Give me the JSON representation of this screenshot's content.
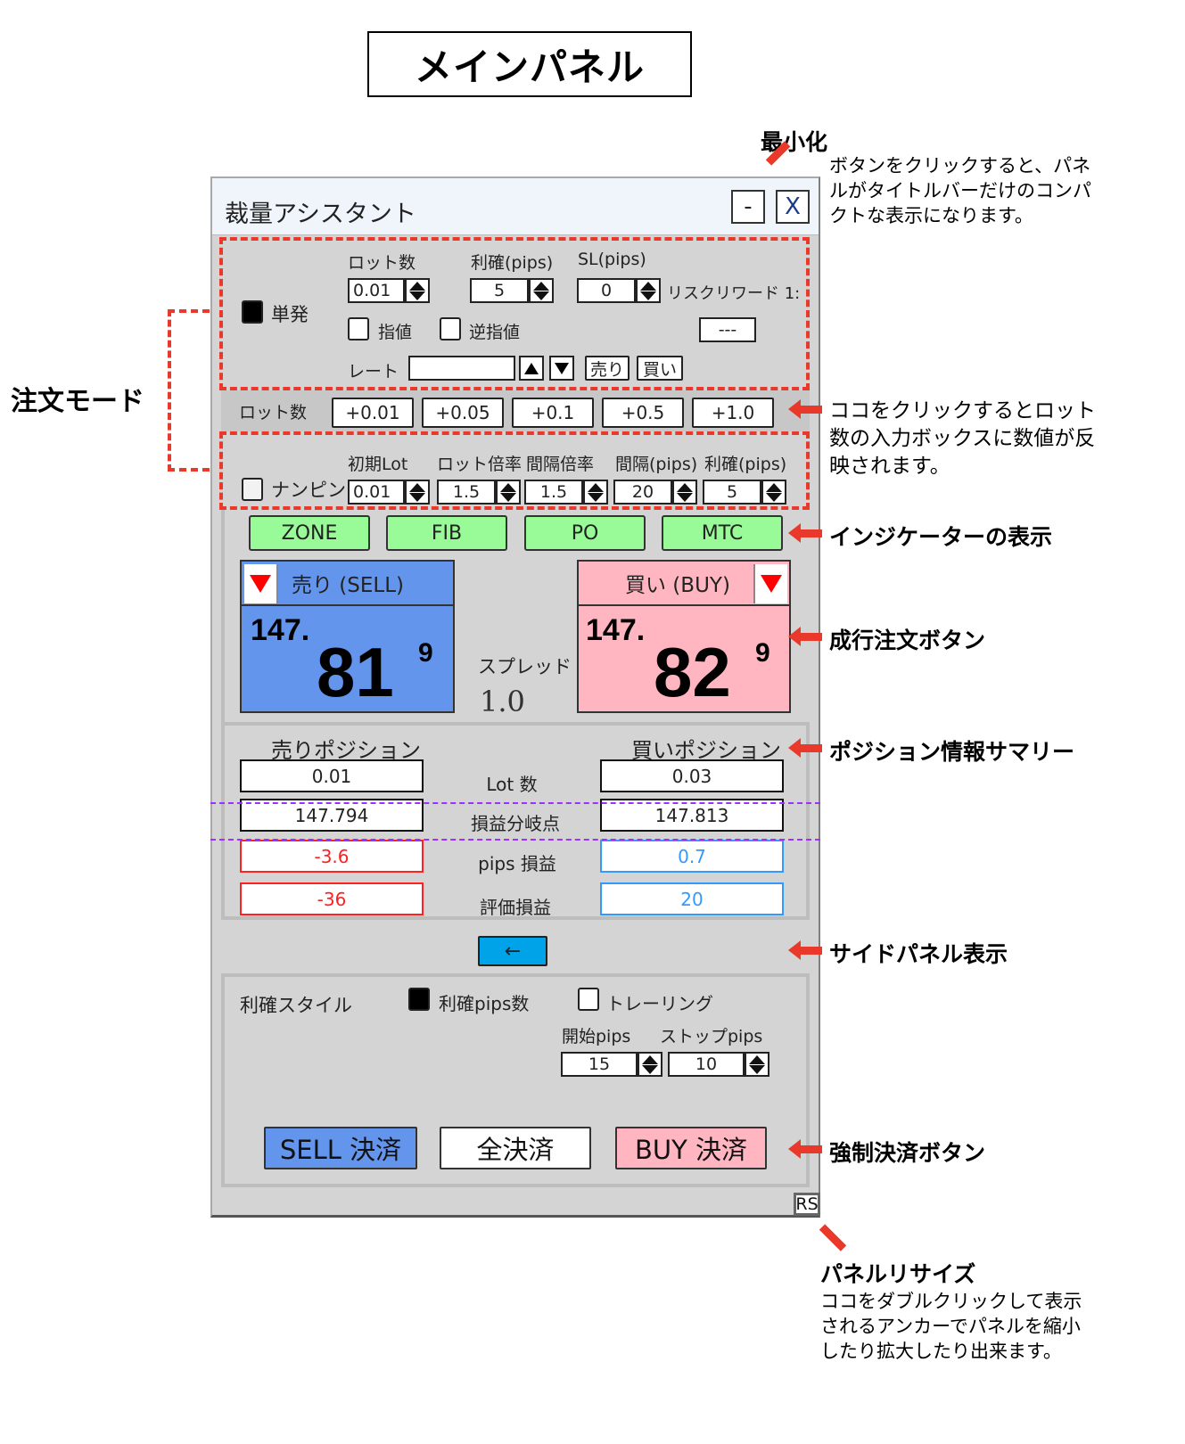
{
  "header": {
    "title": "メインパネル"
  },
  "panel": {
    "window_title": "裁量アシスタント",
    "minimize_label": "-",
    "close_label": "X",
    "single_order": {
      "mode_label": "単発",
      "mode_checked": true,
      "lot_label": "ロット数",
      "lot_value": "0.01",
      "tp_label": "利確(pips)",
      "tp_value": "5",
      "sl_label": "SL(pips)",
      "sl_value": "0",
      "risk_reward_label": "リスクリワード 1:",
      "risk_reward_value": "---",
      "limit_label": "指値",
      "limit_checked": false,
      "stop_label": "逆指値",
      "stop_checked": false,
      "rate_label": "レート",
      "rate_value": "",
      "sell_label": "売り",
      "buy_label": "買い"
    },
    "lot_buttons": {
      "label": "ロット数",
      "items": [
        "+0.01",
        "+0.05",
        "+0.1",
        "+0.5",
        "+1.0"
      ]
    },
    "nanpin": {
      "mode_label": "ナンピン",
      "mode_checked": false,
      "fields": [
        {
          "label": "初期Lot",
          "value": "0.01"
        },
        {
          "label": "ロット倍率",
          "value": "1.5"
        },
        {
          "label": "間隔倍率",
          "value": "1.5"
        },
        {
          "label": "間隔(pips)",
          "value": "20"
        },
        {
          "label": "利確(pips)",
          "value": "5"
        }
      ]
    },
    "indicators": [
      "ZONE",
      "FIB",
      "PO",
      "MTC"
    ],
    "colors": {
      "indicator_bg": "#98fb98",
      "sell_bg": "#6495ed",
      "buy_bg": "#ffb6c1",
      "side_btn_bg": "#00a2e8",
      "loss": "#ff2020",
      "profit": "#3399ff"
    },
    "sell": {
      "header": "売り (SELL)",
      "price_prefix": "147.",
      "price_main": "81",
      "price_sup": "9"
    },
    "buy": {
      "header": "買い (BUY)",
      "price_prefix": "147.",
      "price_main": "82",
      "price_sup": "9"
    },
    "spread": {
      "label": "スプレッド",
      "value": "1.0"
    },
    "positions": {
      "sell_title": "売りポジション",
      "buy_title": "買いポジション",
      "rows": [
        {
          "label": "Lot 数",
          "sell": "0.01",
          "buy": "0.03"
        },
        {
          "label": "損益分岐点",
          "sell": "147.794",
          "buy": "147.813"
        },
        {
          "label": "pips 損益",
          "sell": "-3.6",
          "buy": "0.7"
        },
        {
          "label": "評価損益",
          "sell": "-36",
          "buy": "20"
        }
      ]
    },
    "side_panel_button": "←",
    "take_profit": {
      "style_label": "利確スタイル",
      "pips_label": "利確pips数",
      "pips_checked": true,
      "trailing_label": "トレーリング",
      "trailing_checked": false,
      "start_label": "開始pips",
      "start_value": "15",
      "stop_label": "ストップpips",
      "stop_value": "10"
    },
    "close_buttons": {
      "sell": "SELL 決済",
      "all": "全決済",
      "buy": "BUY 決済"
    },
    "resize_label": "RS"
  },
  "annotations": {
    "minimize": {
      "title": "最小化",
      "text": "ボタンをクリックすると、パネ\nルがタイトルバーだけのコンパ\nクトな表示になります。"
    },
    "order_mode": {
      "title": "注文モード"
    },
    "lot_buttons": {
      "text": "ココをクリックするとロット\n数の入力ボックスに数値が反\n映されます。"
    },
    "indicators": {
      "title": "インジケーターの表示"
    },
    "market_order": {
      "title": "成行注文ボタン"
    },
    "position_summary": {
      "title": "ポジション情報サマリー"
    },
    "side_panel": {
      "title": "サイドパネル表示"
    },
    "force_close": {
      "title": "強制決済ボタン"
    },
    "resize": {
      "title": "パネルリサイズ",
      "text": "ココをダブルクリックして表示\nされるアンカーでパネルを縮小\nしたり拡大したり出来ます。"
    }
  }
}
